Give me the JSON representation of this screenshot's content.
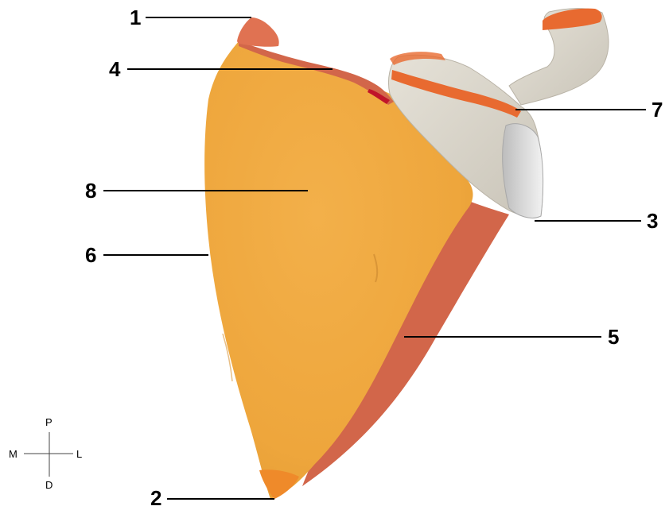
{
  "labels": {
    "l1": "1",
    "l2": "2",
    "l3": "3",
    "l4": "4",
    "l5": "5",
    "l6": "6",
    "l7": "7",
    "l8": "8"
  },
  "orientation": {
    "top": "P",
    "bottom": "D",
    "left": "M",
    "right": "L"
  },
  "colors": {
    "surface": "#F0A93E",
    "border_red": "#D2664A",
    "angle_cap": "#E07252",
    "inferior_cap": "#EF8A2A",
    "bone": "#D9D5CB",
    "stripe": "#E86A30"
  }
}
